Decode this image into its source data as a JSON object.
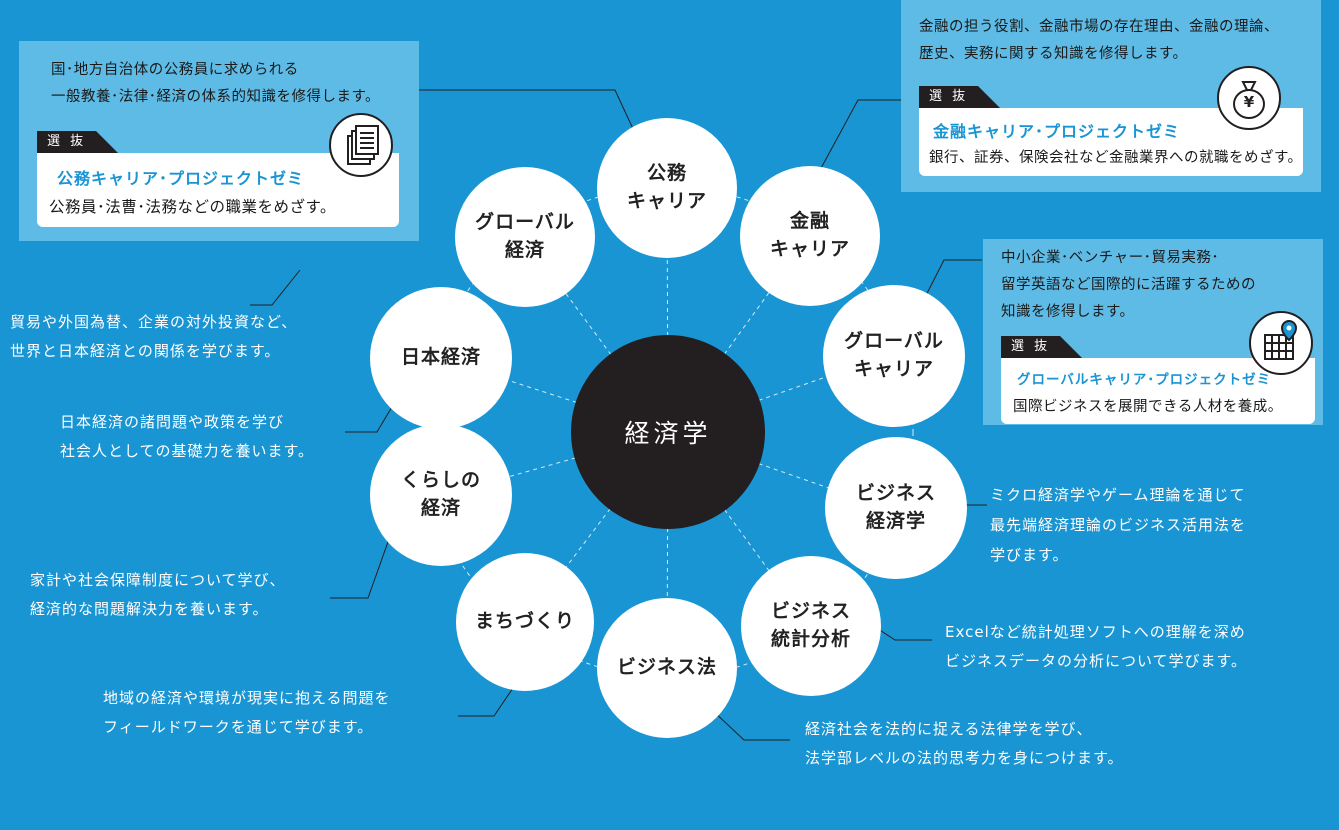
{
  "center": {
    "label": "経済学"
  },
  "nodes": {
    "koumu": "公務\nキャリア",
    "kinyu": "金融\nキャリア",
    "global_career": "グローバル\nキャリア",
    "business_econ": "ビジネス\n経済学",
    "business_stat": "ビジネス\n統計分析",
    "business_law": "ビジネス法",
    "machizukuri": "まちづくり",
    "kurashi": "くらしの\n経済",
    "nihon": "日本経済",
    "global_econ": "グローバル\n経済"
  },
  "descriptions": {
    "global_econ": "貿易や外国為替、企業の対外投資など、\n世界と日本経済との関係を学びます。",
    "nihon": "日本経済の諸問題や政策を学び\n社会人としての基礎力を養います。",
    "kurashi": "家計や社会保障制度について学び、\n経済的な問題解決力を養います。",
    "machizukuri": "地域の経済や環境が現実に抱える問題を\nフィールドワークを通じて学びます。",
    "business_law": "経済社会を法的に捉える法律学を学び、\n法学部レベルの法的思考力を身につけます。",
    "business_stat": "Excelなど統計処理ソフトへの理解を深め\nビジネスデータの分析について学びます。",
    "business_econ": "ミクロ経済学やゲーム理論を通じて\n最先端経済理論のビジネス活用法を\n学びます。"
  },
  "cards": {
    "koumu": {
      "desc": "国･地方自治体の公務員に求められる\n一般教養･法律･経済の体系的知識を修得します。",
      "badge": "選 抜",
      "title": "公務キャリア･プロジェクトゼミ",
      "sub": "公務員･法曹･法務などの職業をめざす。",
      "icon": "document-icon"
    },
    "kinyu": {
      "desc": "金融の担う役割、金融市場の存在理由、金融の理論、\n歴史、実務に関する知識を修得します。",
      "badge": "選 抜",
      "title": "金融キャリア･プロジェクトゼミ",
      "sub": "銀行、証券、保険会社など金融業界への就職をめざす。",
      "icon": "yen-bag-icon",
      "icon_glyph": "¥"
    },
    "global": {
      "desc": "中小企業･ベンチャー･貿易実務･\n留学英語など国際的に活躍するための\n知識を修得します。",
      "badge": "選 抜",
      "title": "グローバルキャリア･プロジェクトゼミ",
      "sub": "国際ビジネスを展開できる人材を養成。",
      "icon": "map-pin-icon"
    }
  },
  "colors": {
    "background": "#1a95d3",
    "card": "#5ebbe6",
    "accent": "#1a95d3",
    "center": "#231f20"
  }
}
